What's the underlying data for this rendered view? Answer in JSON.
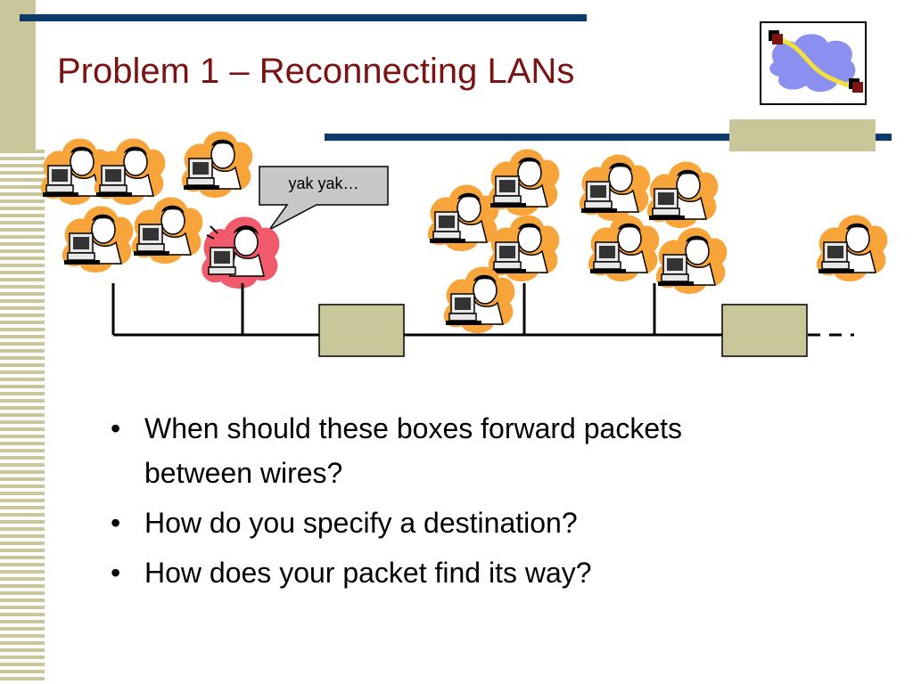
{
  "title": "Problem 1 – Reconnecting LANs",
  "speech_bubble": "yak yak…",
  "bullets": [
    {
      "text": "When should these boxes forward packets between wires?"
    },
    {
      "text": "How do you specify a destination?"
    },
    {
      "text": "How does your packet find its way?"
    }
  ],
  "colors": {
    "title": "#7a1414",
    "accent_bar": "#0e3a6a",
    "stripe": "#c9c79a",
    "bridge_box": "#c9c79a",
    "cloud": "#8b8ff0",
    "user_blob": "#f7a53b",
    "talker_blob": "#f05a6a"
  },
  "icons": [
    "network-cloud-icon",
    "person-at-computer-icon",
    "bridge-box-icon"
  ]
}
